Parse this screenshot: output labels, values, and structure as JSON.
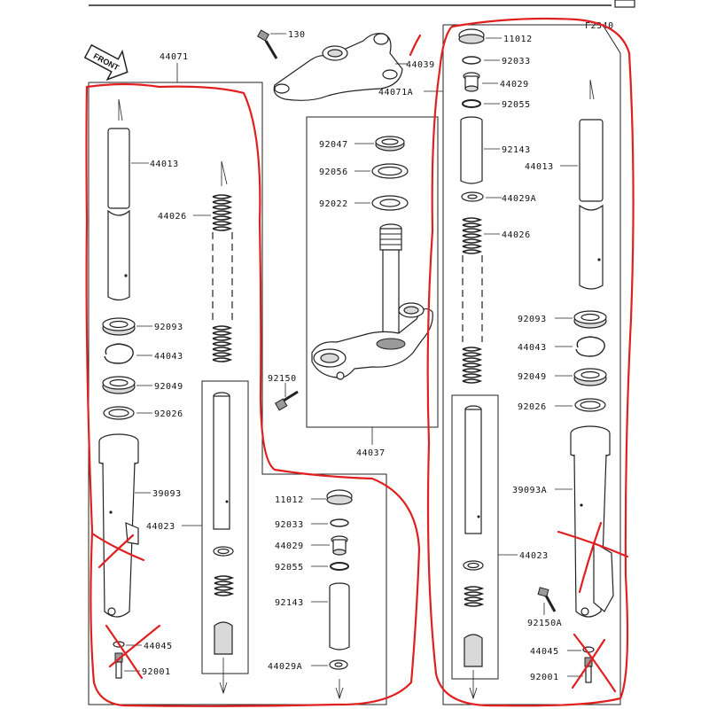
{
  "header": {
    "fig_code": "F2340"
  },
  "colors": {
    "markup": "#e02020",
    "line": "#222222",
    "part_shade": "#d9d9d9"
  },
  "icons": {
    "front_arrow": "front-arrow-icon"
  },
  "front_label": "FRONT",
  "groups": {
    "left_fork": "44071",
    "right_fork": "44071A",
    "steering_stem": "44037",
    "left_damper": "44023",
    "right_damper": "44023"
  },
  "labels": {
    "l_44013": "44013",
    "l_44026": "44026",
    "l_92093": "92093",
    "l_44043": "44043",
    "l_92049": "92049",
    "l_92026": "92026",
    "l_39093": "39093",
    "l_44045": "44045",
    "l_92001": "92001",
    "c_130": "130",
    "c_44039": "44039",
    "c_92047": "92047",
    "c_92056": "92056",
    "c_92022": "92022",
    "c_92150": "92150",
    "c_11012": "11012",
    "c_92033": "92033",
    "c_44029": "44029",
    "c_92055": "92055",
    "c_92143": "92143",
    "c_44029A": "44029A",
    "r_11012": "11012",
    "r_92033": "92033",
    "r_44029": "44029",
    "r_92055": "92055",
    "r_92143": "92143",
    "r_44013": "44013",
    "r_44029A": "44029A",
    "r_44026": "44026",
    "r_92093": "92093",
    "r_44043": "44043",
    "r_92049": "92049",
    "r_92026": "92026",
    "r_39093A": "39093A",
    "r_92150A": "92150A",
    "r_44045": "44045",
    "r_92001": "92001"
  }
}
